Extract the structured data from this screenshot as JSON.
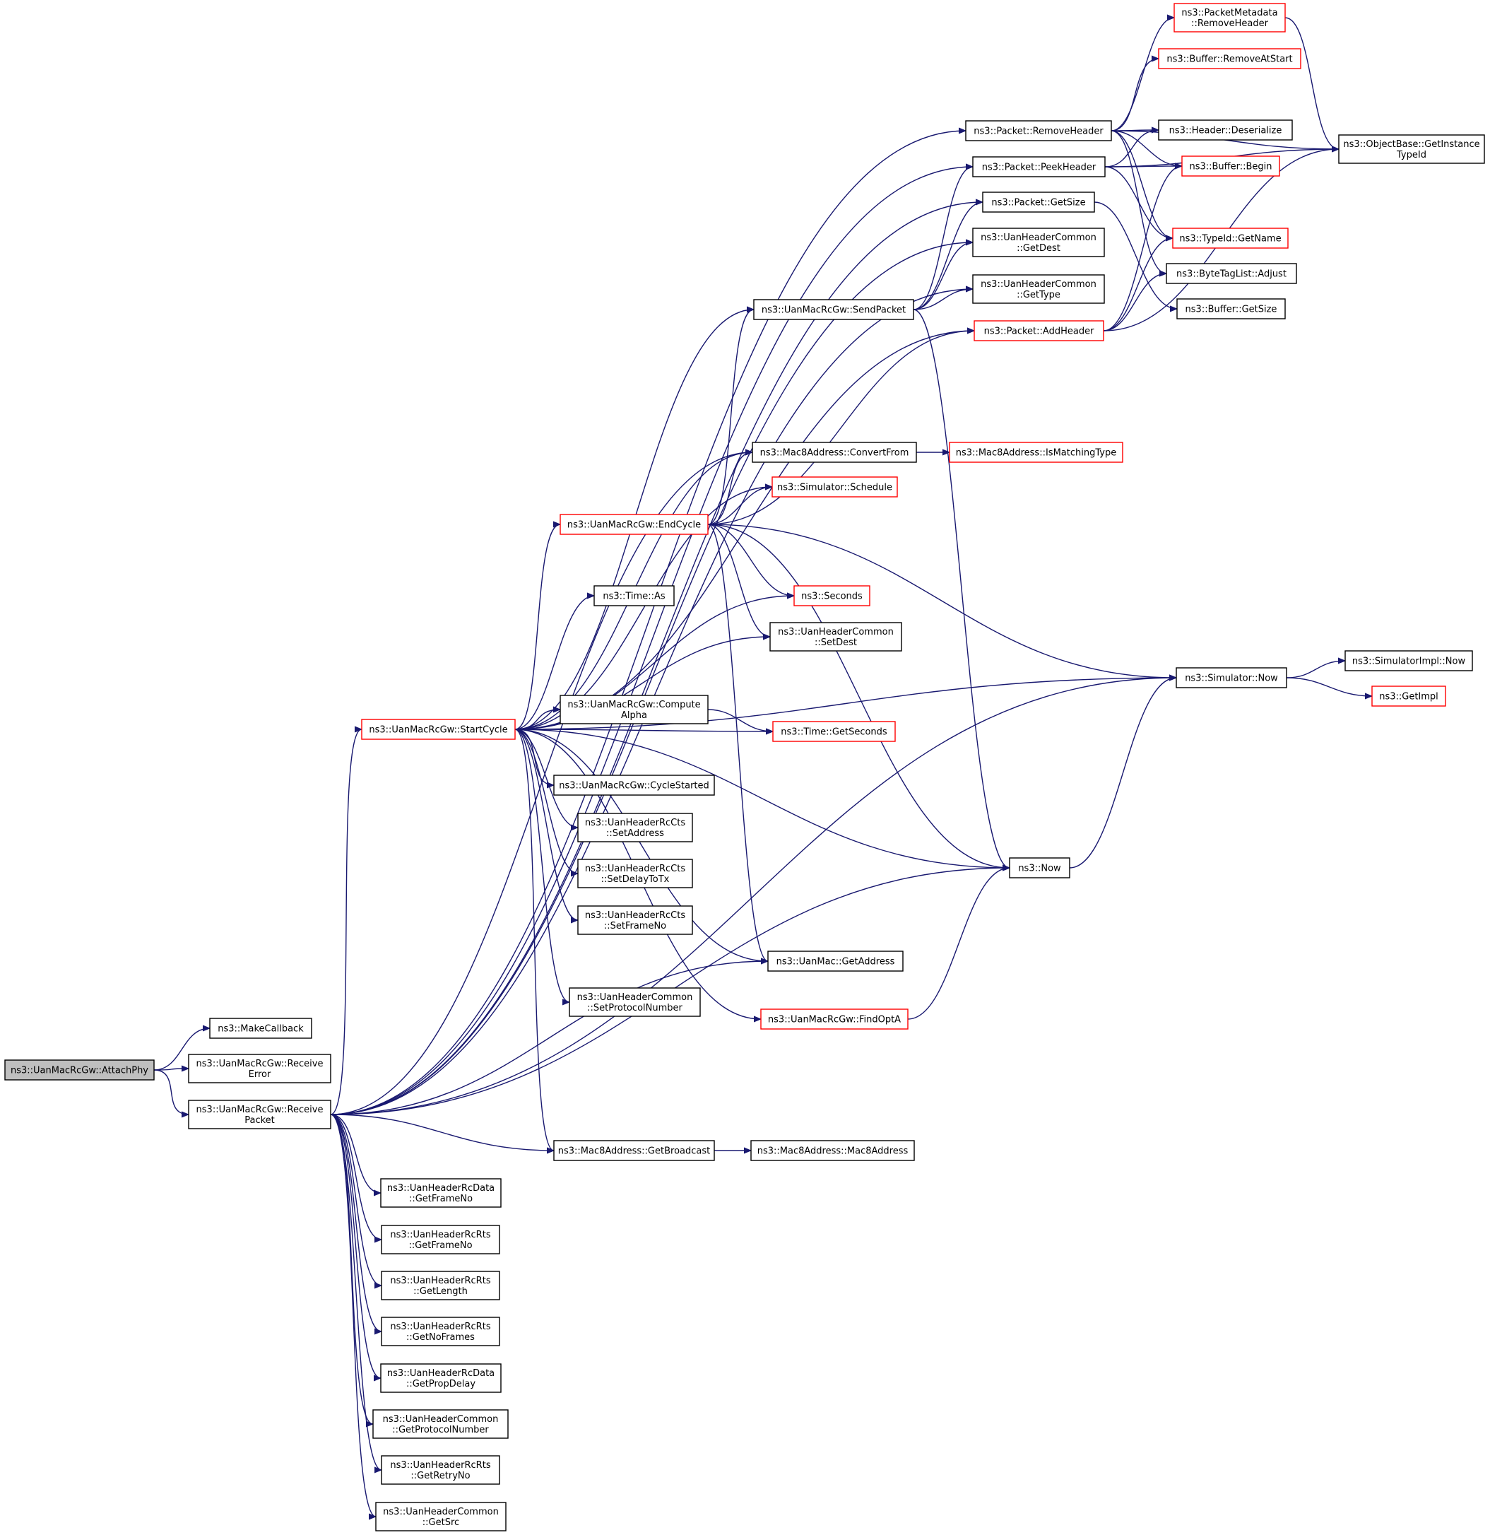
{
  "colors": {
    "edge": "#191970",
    "red_border": "#ff0000",
    "black_border": "#000000",
    "start_fill": "#bfbfbf"
  },
  "nodes": [
    {
      "id": "attachphy",
      "lines": [
        "ns3::UanMacRcGw::AttachPhy"
      ],
      "style": "start"
    },
    {
      "id": "makecallback",
      "lines": [
        "ns3::MakeCallback"
      ],
      "style": "black"
    },
    {
      "id": "receiveerror",
      "lines": [
        "ns3::UanMacRcGw::Receive",
        "Error"
      ],
      "style": "black"
    },
    {
      "id": "receivepacket",
      "lines": [
        "ns3::UanMacRcGw::Receive",
        "Packet"
      ],
      "style": "black"
    },
    {
      "id": "startcycle",
      "lines": [
        "ns3::UanMacRcGw::StartCycle"
      ],
      "style": "red"
    },
    {
      "id": "removeheader",
      "lines": [
        "ns3::Packet::RemoveHeader"
      ],
      "style": "black"
    },
    {
      "id": "peekheader",
      "lines": [
        "ns3::Packet::PeekHeader"
      ],
      "style": "black"
    },
    {
      "id": "getsize",
      "lines": [
        "ns3::Packet::GetSize"
      ],
      "style": "black"
    },
    {
      "id": "getdest",
      "lines": [
        "ns3::UanHeaderCommon",
        "::GetDest"
      ],
      "style": "black"
    },
    {
      "id": "gettype",
      "lines": [
        "ns3::UanHeaderCommon",
        "::GetType"
      ],
      "style": "black"
    },
    {
      "id": "sendpacket",
      "lines": [
        "ns3::UanMacRcGw::SendPacket"
      ],
      "style": "black"
    },
    {
      "id": "addheader",
      "lines": [
        "ns3::Packet::AddHeader"
      ],
      "style": "red"
    },
    {
      "id": "pmremoveheader",
      "lines": [
        "ns3::PacketMetadata",
        "::RemoveHeader"
      ],
      "style": "red"
    },
    {
      "id": "removeatstart",
      "lines": [
        "ns3::Buffer::RemoveAtStart"
      ],
      "style": "red"
    },
    {
      "id": "deserialize",
      "lines": [
        "ns3::Header::Deserialize"
      ],
      "style": "black"
    },
    {
      "id": "bufbegin",
      "lines": [
        "ns3::Buffer::Begin"
      ],
      "style": "red"
    },
    {
      "id": "typeidgetname",
      "lines": [
        "ns3::TypeId::GetName"
      ],
      "style": "red"
    },
    {
      "id": "adjust",
      "lines": [
        "ns3::ByteTagList::Adjust"
      ],
      "style": "black"
    },
    {
      "id": "bufgetsize",
      "lines": [
        "ns3::Buffer::GetSize"
      ],
      "style": "black"
    },
    {
      "id": "getinstancetypeid",
      "lines": [
        "ns3::ObjectBase::GetInstance",
        "TypeId"
      ],
      "style": "black"
    },
    {
      "id": "convertfrom",
      "lines": [
        "ns3::Mac8Address::ConvertFrom"
      ],
      "style": "black"
    },
    {
      "id": "ismatchingtype",
      "lines": [
        "ns3::Mac8Address::IsMatchingType"
      ],
      "style": "red"
    },
    {
      "id": "schedule",
      "lines": [
        "ns3::Simulator::Schedule"
      ],
      "style": "red"
    },
    {
      "id": "endcycle",
      "lines": [
        "ns3::UanMacRcGw::EndCycle"
      ],
      "style": "red"
    },
    {
      "id": "timeas",
      "lines": [
        "ns3::Time::As"
      ],
      "style": "black"
    },
    {
      "id": "seconds",
      "lines": [
        "ns3::Seconds"
      ],
      "style": "red"
    },
    {
      "id": "setdest",
      "lines": [
        "ns3::UanHeaderCommon",
        "::SetDest"
      ],
      "style": "black"
    },
    {
      "id": "simnow",
      "lines": [
        "ns3::Simulator::Now"
      ],
      "style": "black"
    },
    {
      "id": "simimplnow",
      "lines": [
        "ns3::SimulatorImpl::Now"
      ],
      "style": "black"
    },
    {
      "id": "getimpl",
      "lines": [
        "ns3::GetImpl"
      ],
      "style": "red"
    },
    {
      "id": "computealpha",
      "lines": [
        "ns3::UanMacRcGw::Compute",
        "Alpha"
      ],
      "style": "black"
    },
    {
      "id": "getseconds",
      "lines": [
        "ns3::Time::GetSeconds"
      ],
      "style": "red"
    },
    {
      "id": "cyclestarted",
      "lines": [
        "ns3::UanMacRcGw::CycleStarted"
      ],
      "style": "black"
    },
    {
      "id": "setaddress",
      "lines": [
        "ns3::UanHeaderRcCts",
        "::SetAddress"
      ],
      "style": "black"
    },
    {
      "id": "setdelaytotx",
      "lines": [
        "ns3::UanHeaderRcCts",
        "::SetDelayToTx"
      ],
      "style": "black"
    },
    {
      "id": "setframeno",
      "lines": [
        "ns3::UanHeaderRcCts",
        "::SetFrameNo"
      ],
      "style": "black"
    },
    {
      "id": "now",
      "lines": [
        "ns3::Now"
      ],
      "style": "black"
    },
    {
      "id": "getaddress",
      "lines": [
        "ns3::UanMac::GetAddress"
      ],
      "style": "black"
    },
    {
      "id": "setprotocolnumber",
      "lines": [
        "ns3::UanHeaderCommon",
        "::SetProtocolNumber"
      ],
      "style": "black"
    },
    {
      "id": "findopta",
      "lines": [
        "ns3::UanMacRcGw::FindOptA"
      ],
      "style": "red"
    },
    {
      "id": "getbroadcast",
      "lines": [
        "ns3::Mac8Address::GetBroadcast"
      ],
      "style": "black"
    },
    {
      "id": "mac8address",
      "lines": [
        "ns3::Mac8Address::Mac8Address"
      ],
      "style": "black"
    },
    {
      "id": "dgetframeno",
      "lines": [
        "ns3::UanHeaderRcData",
        "::GetFrameNo"
      ],
      "style": "black"
    },
    {
      "id": "rgetframeno",
      "lines": [
        "ns3::UanHeaderRcRts",
        "::GetFrameNo"
      ],
      "style": "black"
    },
    {
      "id": "rgetlength",
      "lines": [
        "ns3::UanHeaderRcRts",
        "::GetLength"
      ],
      "style": "black"
    },
    {
      "id": "rgetnoframes",
      "lines": [
        "ns3::UanHeaderRcRts",
        "::GetNoFrames"
      ],
      "style": "black"
    },
    {
      "id": "dgetpropdelay",
      "lines": [
        "ns3::UanHeaderRcData",
        "::GetPropDelay"
      ],
      "style": "black"
    },
    {
      "id": "getprotocolnumber",
      "lines": [
        "ns3::UanHeaderCommon",
        "::GetProtocolNumber"
      ],
      "style": "black"
    },
    {
      "id": "rgetretryno",
      "lines": [
        "ns3::UanHeaderRcRts",
        "::GetRetryNo"
      ],
      "style": "black"
    },
    {
      "id": "getsrc",
      "lines": [
        "ns3::UanHeaderCommon",
        "::GetSrc"
      ],
      "style": "black"
    }
  ],
  "edges": [
    [
      "attachphy",
      "makecallback"
    ],
    [
      "attachphy",
      "receiveerror"
    ],
    [
      "attachphy",
      "receivepacket"
    ],
    [
      "receivepacket",
      "removeheader"
    ],
    [
      "receivepacket",
      "peekheader"
    ],
    [
      "receivepacket",
      "getsize"
    ],
    [
      "receivepacket",
      "getdest"
    ],
    [
      "receivepacket",
      "gettype"
    ],
    [
      "receivepacket",
      "convertfrom"
    ],
    [
      "receivepacket",
      "simnow"
    ],
    [
      "receivepacket",
      "startcycle"
    ],
    [
      "receivepacket",
      "getaddress"
    ],
    [
      "receivepacket",
      "getbroadcast"
    ],
    [
      "receivepacket",
      "now"
    ],
    [
      "receivepacket",
      "dgetframeno"
    ],
    [
      "receivepacket",
      "rgetframeno"
    ],
    [
      "receivepacket",
      "rgetlength"
    ],
    [
      "receivepacket",
      "rgetnoframes"
    ],
    [
      "receivepacket",
      "dgetpropdelay"
    ],
    [
      "receivepacket",
      "getprotocolnumber"
    ],
    [
      "receivepacket",
      "rgetretryno"
    ],
    [
      "receivepacket",
      "getsrc"
    ],
    [
      "removeheader",
      "pmremoveheader"
    ],
    [
      "removeheader",
      "removeatstart"
    ],
    [
      "removeheader",
      "deserialize"
    ],
    [
      "removeheader",
      "getinstancetypeid"
    ],
    [
      "removeheader",
      "bufbegin"
    ],
    [
      "removeheader",
      "typeidgetname"
    ],
    [
      "removeheader",
      "adjust"
    ],
    [
      "peekheader",
      "deserialize"
    ],
    [
      "peekheader",
      "bufbegin"
    ],
    [
      "peekheader",
      "typeidgetname"
    ],
    [
      "peekheader",
      "getinstancetypeid"
    ],
    [
      "getsize",
      "bufgetsize"
    ],
    [
      "pmremoveheader",
      "getinstancetypeid"
    ],
    [
      "addheader",
      "bufbegin"
    ],
    [
      "addheader",
      "typeidgetname"
    ],
    [
      "addheader",
      "adjust"
    ],
    [
      "addheader",
      "getinstancetypeid"
    ],
    [
      "sendpacket",
      "peekheader"
    ],
    [
      "sendpacket",
      "getsize"
    ],
    [
      "sendpacket",
      "getdest"
    ],
    [
      "sendpacket",
      "gettype"
    ],
    [
      "sendpacket",
      "now"
    ],
    [
      "startcycle",
      "sendpacket"
    ],
    [
      "startcycle",
      "addheader"
    ],
    [
      "startcycle",
      "convertfrom"
    ],
    [
      "startcycle",
      "schedule"
    ],
    [
      "startcycle",
      "endcycle"
    ],
    [
      "startcycle",
      "timeas"
    ],
    [
      "startcycle",
      "seconds"
    ],
    [
      "startcycle",
      "setdest"
    ],
    [
      "startcycle",
      "simnow"
    ],
    [
      "startcycle",
      "computealpha"
    ],
    [
      "startcycle",
      "getseconds"
    ],
    [
      "startcycle",
      "cyclestarted"
    ],
    [
      "startcycle",
      "setaddress"
    ],
    [
      "startcycle",
      "setdelaytotx"
    ],
    [
      "startcycle",
      "setframeno"
    ],
    [
      "startcycle",
      "getaddress"
    ],
    [
      "startcycle",
      "setprotocolnumber"
    ],
    [
      "startcycle",
      "findopta"
    ],
    [
      "startcycle",
      "getbroadcast"
    ],
    [
      "startcycle",
      "now"
    ],
    [
      "convertfrom",
      "ismatchingtype"
    ],
    [
      "endcycle",
      "sendpacket"
    ],
    [
      "endcycle",
      "convertfrom"
    ],
    [
      "endcycle",
      "schedule"
    ],
    [
      "endcycle",
      "addheader"
    ],
    [
      "endcycle",
      "seconds"
    ],
    [
      "endcycle",
      "setdest"
    ],
    [
      "endcycle",
      "simnow"
    ],
    [
      "endcycle",
      "now"
    ],
    [
      "endcycle",
      "getaddress"
    ],
    [
      "simnow",
      "simimplnow"
    ],
    [
      "simnow",
      "getimpl"
    ],
    [
      "computealpha",
      "getseconds"
    ],
    [
      "now",
      "simnow"
    ],
    [
      "findopta",
      "now"
    ],
    [
      "getbroadcast",
      "mac8address"
    ]
  ]
}
